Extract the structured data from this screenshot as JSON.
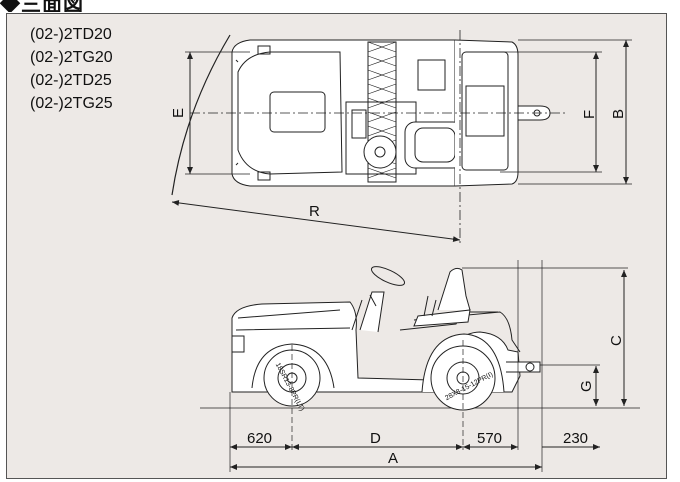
{
  "heading": "◆三面図",
  "models": [
    "(02-)2TD20",
    "(02-)2TG20",
    "(02-)2TD25",
    "(02-)2TG25"
  ],
  "dimensions": {
    "R": "R",
    "E": "E",
    "F": "F",
    "B": "B",
    "C": "C",
    "G": "G",
    "A": "A",
    "D": "D",
    "front_overhang": "620",
    "rear_overhang": "570",
    "hitch": "230"
  },
  "tires": {
    "front": "18SR13-8PR(LT)",
    "rear": "28X8-15-12PR(I)"
  }
}
